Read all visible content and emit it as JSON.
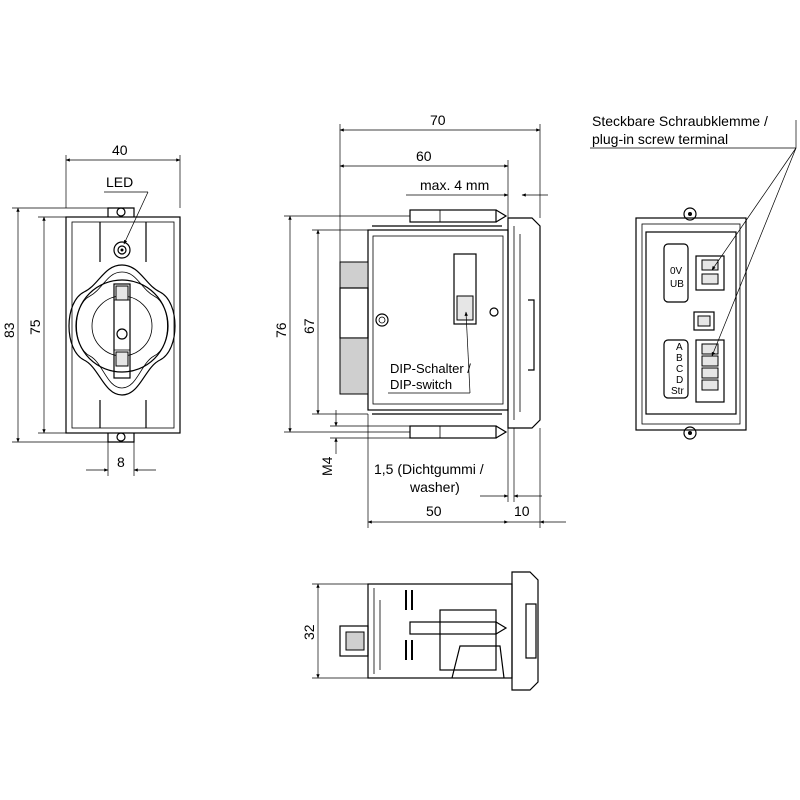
{
  "dimensions": {
    "width_40": "40",
    "height_83": "83",
    "height_75": "75",
    "width_8": "8",
    "width_70": "70",
    "width_60": "60",
    "max_4mm": "max. 4 mm",
    "height_76": "76",
    "height_67": "67",
    "m4": "M4",
    "gasket_line1": "1,5 (Dichtgummi /",
    "gasket_line2": "washer)",
    "width_50": "50",
    "width_10": "10",
    "height_32": "32"
  },
  "labels": {
    "led": "LED",
    "dip_line1": "DIP-Schalter /",
    "dip_line2": "DIP-switch",
    "terminal_line1": "Steckbare Schraubklemme /",
    "terminal_line2": "plug-in screw terminal"
  },
  "terminal_markings": {
    "ov": "0V",
    "ub": "UB",
    "a": "A",
    "b": "B",
    "c": "C",
    "d": "D",
    "str": "Str"
  }
}
